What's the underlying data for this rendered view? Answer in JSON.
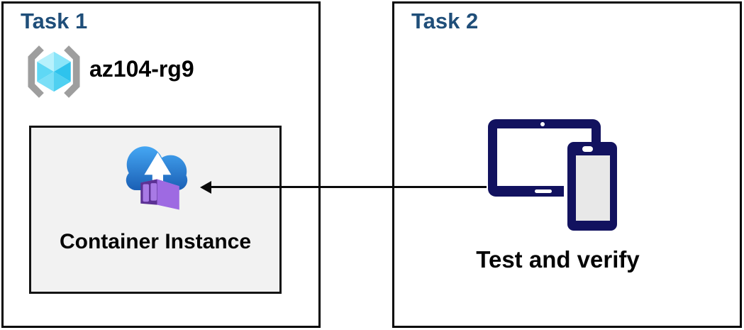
{
  "task1": {
    "title": "Task 1",
    "resource_group": {
      "icon": "resource-group-icon",
      "name": "az104-rg9"
    },
    "container_card": {
      "icon": "container-instances-icon",
      "label": "Container Instance"
    }
  },
  "task2": {
    "title": "Task 2",
    "icon": "devices-icon",
    "label": "Test and verify"
  },
  "arrow": {
    "from": "task2-devices",
    "to": "container-instance-card",
    "direction": "left"
  },
  "colors": {
    "task_title": "#1F4E79",
    "box_border": "#060606",
    "card_fill": "#F2F2F2",
    "card_border": "#141414",
    "device_navy": "#12125F",
    "cloud_blue_light": "#45A7F3",
    "cloud_blue_dark": "#1A5EB4",
    "container_front": "#5C3194",
    "container_panel": "#A87AE5",
    "container_side": "#9E6AE2",
    "container_top": "#B184EC",
    "cube_top_left": "#B7F1FC",
    "cube_top_right": "#8AE5F9",
    "cube_left": "#5FD8F5",
    "cube_right": "#2EC3ED",
    "bracket_gray": "#9E9E9E",
    "label_text": "#000000"
  }
}
